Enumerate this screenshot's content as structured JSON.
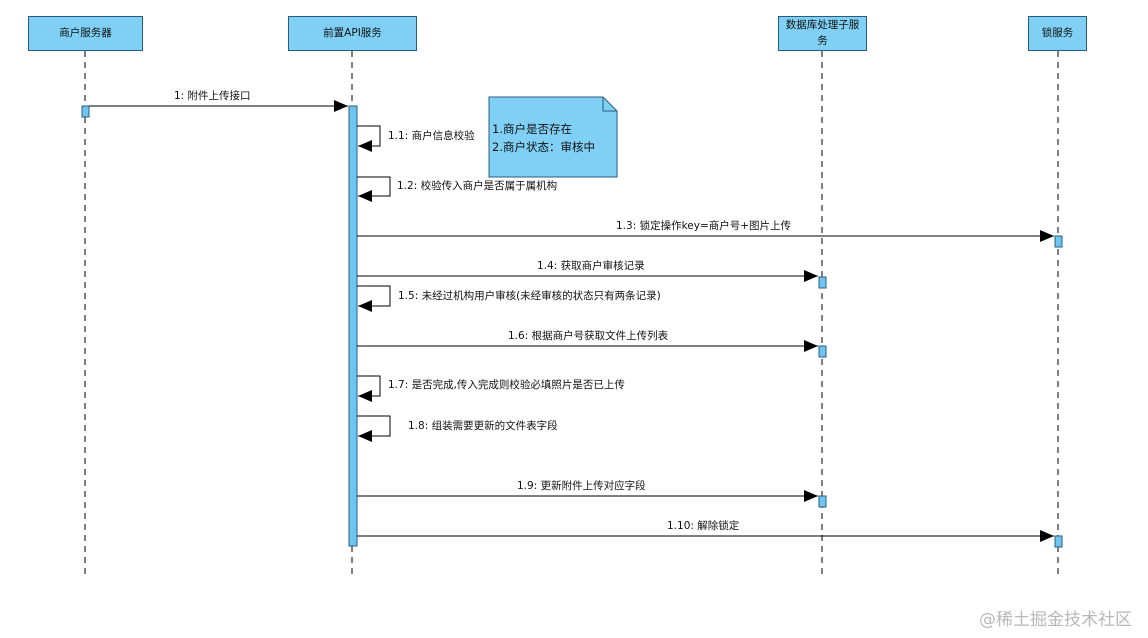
{
  "participants": [
    {
      "id": "merchant",
      "label": "商户服务器"
    },
    {
      "id": "api",
      "label": "前置API服务"
    },
    {
      "id": "db",
      "label_line1": "数据库处理子服",
      "label_line2": "务"
    },
    {
      "id": "lock",
      "label": "锁服务"
    }
  ],
  "messages": [
    {
      "id": "m1",
      "label": "1: 附件上传接口",
      "from": "merchant",
      "to": "api"
    },
    {
      "id": "m1_1",
      "label": "1.1: 商户信息校验",
      "from": "api",
      "to": "api"
    },
    {
      "id": "m1_2",
      "label": "1.2: 校验传入商户是否属于属机构",
      "from": "api",
      "to": "api"
    },
    {
      "id": "m1_3",
      "label": "1.3: 锁定操作key=商户号+图片上传",
      "from": "api",
      "to": "lock"
    },
    {
      "id": "m1_4",
      "label": "1.4: 获取商户审核记录",
      "from": "api",
      "to": "db"
    },
    {
      "id": "m1_5",
      "label": "1.5: 未经过机构用户审核(未经审核的状态只有两条记录)",
      "from": "api",
      "to": "api"
    },
    {
      "id": "m1_6",
      "label": "1.6: 根据商户号获取文件上传列表",
      "from": "api",
      "to": "db"
    },
    {
      "id": "m1_7",
      "label": "1.7: 是否完成,传入完成则校验必填照片是否已上传",
      "from": "api",
      "to": "api"
    },
    {
      "id": "m1_8",
      "label": "1.8: 组装需要更新的文件表字段",
      "from": "api",
      "to": "api"
    },
    {
      "id": "m1_9",
      "label": "1.9: 更新附件上传对应字段",
      "from": "api",
      "to": "db"
    },
    {
      "id": "m1_10",
      "label": "1.10: 解除锁定",
      "from": "api",
      "to": "lock"
    }
  ],
  "note": {
    "line1": "1.商户是否存在",
    "line2": "2.商户状态：审核中"
  },
  "watermark": "@稀土掘金技术社区",
  "colors": {
    "participant_fill": "#7fd0f4",
    "participant_border": "#2a5c80",
    "activation_fill": "#6ec6f0",
    "note_fill": "#7fd0f4",
    "line": "#000000"
  }
}
